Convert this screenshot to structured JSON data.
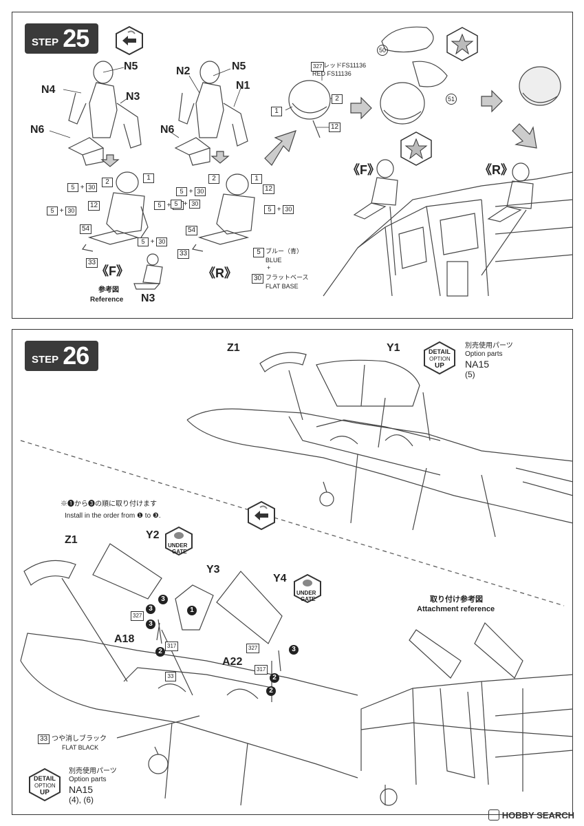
{
  "step25": {
    "word": "STEP",
    "number": "25",
    "parts": {
      "n5_left": "N5",
      "n4": "N4",
      "n3": "N3",
      "n6_left": "N6",
      "n2": "N2",
      "n5_right": "N5",
      "n1": "N1",
      "n6_right": "N6",
      "n3_ref": "N3"
    },
    "helmet_parts": {
      "p2": "2",
      "p1": "1",
      "p12": "12",
      "p327": "327"
    },
    "red_label_jp": "レッドFS11136",
    "red_label_en": "RED FS11136",
    "decal_50": "50",
    "decal_51": "51",
    "pilot_f_parts": {
      "a": "5",
      "a_plus": "+",
      "a2": "30",
      "b": "2",
      "c": "1",
      "d": "12",
      "e": "5",
      "e_plus": "+",
      "e2": "30",
      "f": "5",
      "f_plus": "+",
      "f2": "30",
      "g": "54",
      "h": "5",
      "h_plus": "+",
      "h2": "30",
      "i": "33"
    },
    "pilot_r_parts": {
      "a": "5",
      "a_plus": "+",
      "a2": "30",
      "b": "2",
      "c": "1",
      "d": "12",
      "e": "5",
      "e_plus": "+",
      "e2": "30",
      "f": "5",
      "f_plus": "+",
      "f2": "30",
      "g": "54",
      "i": "33"
    },
    "front_label": "《F》",
    "rear_label": "《R》",
    "front_label_2": "《F》",
    "rear_label_2": "《R》",
    "reference_jp": "参考図",
    "reference_en": "Reference",
    "legend": {
      "blue_num": "5",
      "blue_jp": "ブルー（青）",
      "blue_en": "BLUE",
      "plus": "+",
      "flat_num": "30",
      "flat_jp": "フラットベース",
      "flat_en": "FLAT BASE"
    }
  },
  "step26": {
    "word": "STEP",
    "number": "26",
    "z1_top": "Z1",
    "y1": "Y1",
    "detail_top": {
      "word1": "DETAIL",
      "word2": "OPTION",
      "word3": "UP"
    },
    "option_top_jp": "別売使用パーツ",
    "option_top_en": "Option parts",
    "option_top_code": "NA15",
    "option_top_num": "(5)",
    "order_note_jp": "※❶から❸の順に取り付けます",
    "order_note_en": "Install in the order from ❶ to ❸.",
    "z1_bottom": "Z1",
    "y2": "Y2",
    "y3": "Y3",
    "y4": "Y4",
    "under_gate_1": {
      "w1": "UNDER",
      "w2": "GATE"
    },
    "under_gate_2": {
      "w1": "UNDER",
      "w2": "GATE"
    },
    "a18": "A18",
    "a22": "A22",
    "paint_327_a": "327",
    "paint_317_a": "317",
    "paint_33": "33",
    "paint_327_b": "327",
    "paint_317_b": "317",
    "order_1": "1",
    "order_2": "2",
    "order_3": "3",
    "order_2b": "2",
    "order_3b": "3",
    "order_3c": "3",
    "order_3d": "3",
    "order_2c": "2",
    "flat_black_num": "33",
    "flat_black_jp": "つや消しブラック",
    "flat_black_en": "FLAT BLACK",
    "detail_bottom": {
      "word1": "DETAIL",
      "word2": "OPTION",
      "word3": "UP"
    },
    "option_bottom_jp": "別売使用パーツ",
    "option_bottom_en": "Option parts",
    "option_bottom_code": "NA15",
    "option_bottom_num": "(4), (6)",
    "attach_jp": "取り付け参考図",
    "attach_en": "Attachment reference"
  },
  "watermark": {
    "brand": "HOBBY SEARCH"
  }
}
